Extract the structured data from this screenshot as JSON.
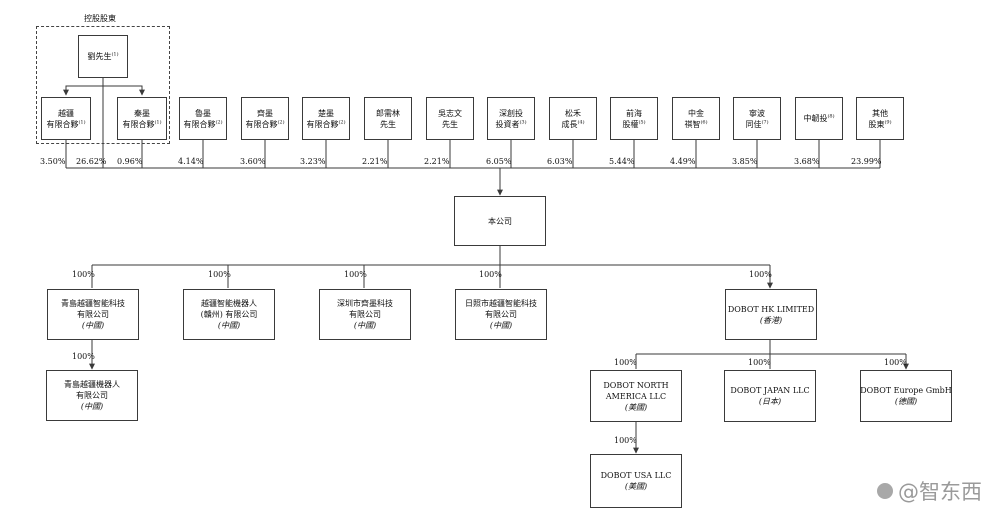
{
  "controlling_group": {
    "title": "控股股東"
  },
  "top_person": {
    "lines": [
      "劉先生"
    ],
    "note": "(1)"
  },
  "shareholders": [
    {
      "id": "yuejiang-lp",
      "lines": [
        "越疆",
        "有限合夥"
      ],
      "note": "(1)",
      "pct": "3.50%"
    },
    {
      "id": "qinmo-lp",
      "lines": [
        "秦墨",
        "有限合夥"
      ],
      "note": "(1)",
      "pct": "0.96%"
    },
    {
      "id": "lumo-lp",
      "lines": [
        "魯墨",
        "有限合夥"
      ],
      "note": "(2)",
      "pct": "4.14%"
    },
    {
      "id": "qimo-lp",
      "lines": [
        "齊墨",
        "有限合夥"
      ],
      "note": "(2)",
      "pct": "3.60%"
    },
    {
      "id": "chumo-lp",
      "lines": [
        "楚墨",
        "有限合夥"
      ],
      "note": "(2)",
      "pct": "3.23%"
    },
    {
      "id": "lang-leilin",
      "lines": [
        "郎需林",
        "先生"
      ],
      "note": "",
      "pct": "2.21%"
    },
    {
      "id": "wu-zhiwen",
      "lines": [
        "吳志文",
        "先生"
      ],
      "note": "",
      "pct": "2.21%"
    },
    {
      "id": "shenzhen-investor",
      "lines": [
        "深創投",
        "投資者"
      ],
      "note": "(3)",
      "pct": "6.05%"
    },
    {
      "id": "songhe",
      "lines": [
        "松禾",
        "成長"
      ],
      "note": "(4)",
      "pct": "6.03%"
    },
    {
      "id": "qianhai",
      "lines": [
        "前海",
        "股權"
      ],
      "note": "(5)",
      "pct": "5.44%"
    },
    {
      "id": "zhongjin",
      "lines": [
        "中金",
        "祺智"
      ],
      "note": "(6)",
      "pct": "4.49%"
    },
    {
      "id": "ningbo",
      "lines": [
        "寧波",
        "同佳"
      ],
      "note": "(7)",
      "pct": "3.85%"
    },
    {
      "id": "zhongjunhe",
      "lines": [
        "中韌投"
      ],
      "note": "(8)",
      "pct": "3.68%"
    },
    {
      "id": "others",
      "lines": [
        "其他",
        "股東"
      ],
      "note": "(9)",
      "pct": "23.99%"
    }
  ],
  "direct_pct_mr_liu": "26.62%",
  "company": {
    "label": "本公司"
  },
  "subsidiaries": [
    {
      "id": "qingdao-tech",
      "lines": [
        "青島越疆智能科技",
        "有限公司"
      ],
      "region": "(中國)",
      "pct": "100%"
    },
    {
      "id": "yuejiang-ganzhou",
      "lines": [
        "越疆智能機器人",
        "(贛州) 有限公司"
      ],
      "region": "(中國)",
      "pct": "100%"
    },
    {
      "id": "shenzhen-qimo",
      "lines": [
        "深圳市齊墨科技",
        "有限公司"
      ],
      "region": "(中國)",
      "pct": "100%"
    },
    {
      "id": "rizhao",
      "lines": [
        "日照市越疆智能科技",
        "有限公司"
      ],
      "region": "(中國)",
      "pct": "100%"
    },
    {
      "id": "dobot-hk",
      "lines": [
        "DOBOT HK LIMITED"
      ],
      "region": "(香港)",
      "pct": "100%"
    }
  ],
  "qingdao_robot": {
    "lines": [
      "青島越疆機器人",
      "有限公司"
    ],
    "region": "(中國)",
    "pct": "100%"
  },
  "hk_children": [
    {
      "id": "dobot-na",
      "lines": [
        "DOBOT NORTH",
        "AMERICA LLC"
      ],
      "region": "(美國)",
      "pct": "100%"
    },
    {
      "id": "dobot-japan",
      "lines": [
        "DOBOT JAPAN LLC"
      ],
      "region": "(日本)",
      "pct": "100%"
    },
    {
      "id": "dobot-europe",
      "lines": [
        "DOBOT Europe GmbH"
      ],
      "region": "(德國)",
      "pct": "100%"
    }
  ],
  "dobot_usa": {
    "lines": [
      "DOBOT USA LLC"
    ],
    "region": "(美國)",
    "pct": "100%"
  },
  "watermark": {
    "text": "@智东西",
    "icon": "speech-bubble-icon"
  },
  "colors": {
    "line": "#3a3a3a",
    "text": "#111111",
    "watermark": "#9a9a9a"
  }
}
